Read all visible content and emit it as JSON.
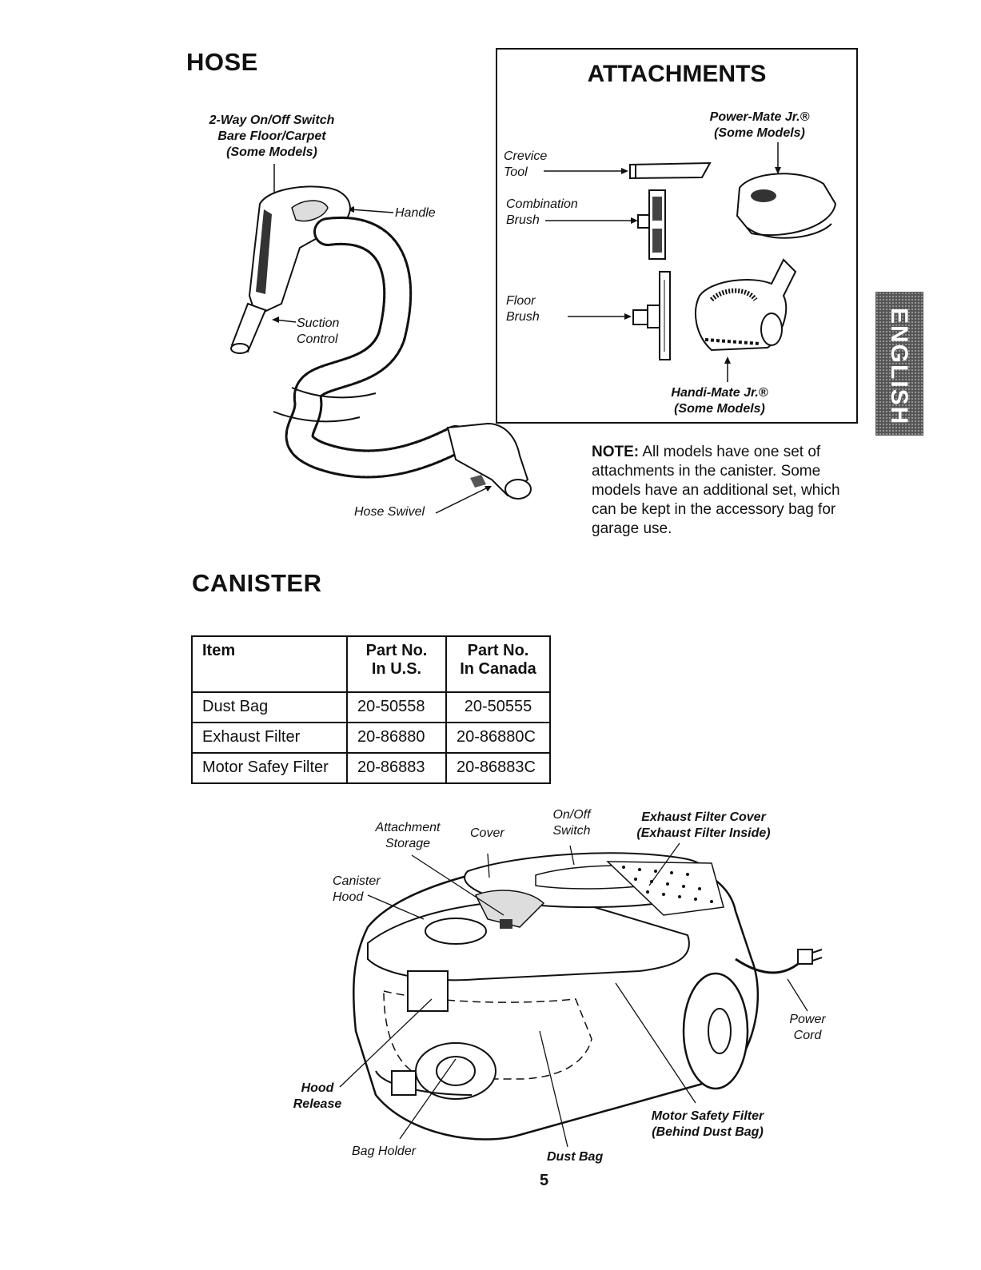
{
  "hose": {
    "title": "HOSE",
    "label_switch": [
      "2-Way On/Off Switch",
      "Bare Floor/Carpet",
      "(Some Models)"
    ],
    "label_handle": "Handle",
    "label_suction": [
      "Suction",
      "Control"
    ],
    "label_swivel": "Hose Swivel"
  },
  "attachments": {
    "title": "ATTACHMENTS",
    "powermate": [
      "Power-Mate Jr.®",
      "(Some Models)"
    ],
    "crevice": [
      "Crevice",
      "Tool"
    ],
    "combination": [
      "Combination",
      "Brush"
    ],
    "floor": [
      "Floor",
      "Brush"
    ],
    "handimate": [
      "Handi-Mate Jr.®",
      "(Some Models)"
    ]
  },
  "note": {
    "lead": "NOTE:",
    "text": "All models have one set of attachments in the canister. Some models have an additional set, which can be kept in the accessory bag for garage use."
  },
  "canister": {
    "title": "CANISTER",
    "table": {
      "headers": [
        [
          "Item",
          ""
        ],
        [
          "Part No.",
          "In U.S."
        ],
        [
          "Part No.",
          "In Canada"
        ]
      ],
      "rows": [
        [
          "Dust Bag",
          "20-50558",
          "20-50555"
        ],
        [
          "Exhaust Filter",
          "20-86880",
          "20-86880C"
        ],
        [
          "Motor Safey Filter",
          "20-86883",
          "20-86883C"
        ]
      ]
    },
    "labels": {
      "attachment_storage": [
        "Attachment",
        "Storage"
      ],
      "cover": "Cover",
      "onoff": [
        "On/Off",
        "Switch"
      ],
      "exhaust_cover": [
        "Exhaust Filter Cover",
        "(Exhaust Filter Inside)"
      ],
      "canister_hood": [
        "Canister",
        "Hood"
      ],
      "power_cord": [
        "Power",
        "Cord"
      ],
      "hood_release": [
        "Hood",
        "Release"
      ],
      "motor_filter": [
        "Motor Safety Filter",
        "(Behind Dust Bag)"
      ],
      "bag_holder": "Bag Holder",
      "dust_bag": "Dust Bag"
    }
  },
  "side_tab": "ENGLISH",
  "page_number": "5"
}
